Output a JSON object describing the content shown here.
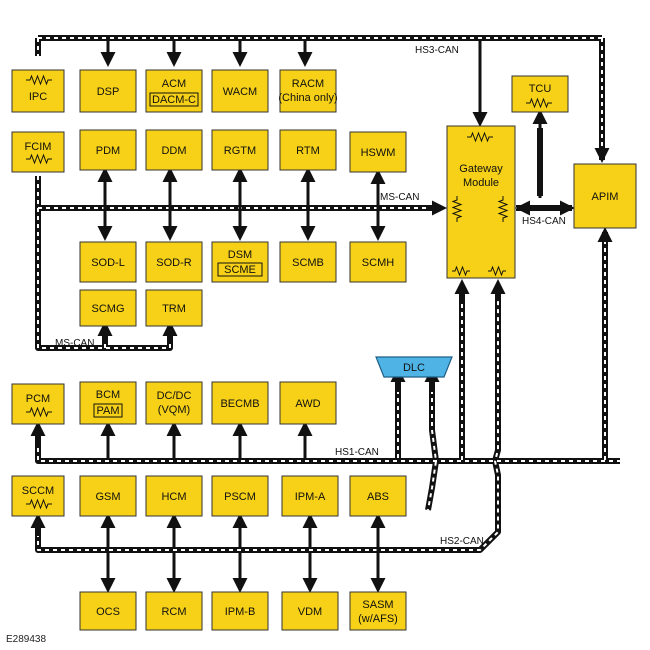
{
  "modules": {
    "ipc": "IPC",
    "dsp": "DSP",
    "acm": "ACM",
    "dacm_c": "DACM-C",
    "wacm": "WACM",
    "racm": "RACM",
    "racm_note": "(China only)",
    "tcu": "TCU",
    "fcim": "FCIM",
    "pdm": "PDM",
    "ddm": "DDM",
    "rgtm": "RGTM",
    "rtm": "RTM",
    "hswm": "HSWM",
    "gateway_line1": "Gateway",
    "gateway_line2": "Module",
    "apim": "APIM",
    "sod_l": "SOD-L",
    "sod_r": "SOD-R",
    "dsm": "DSM",
    "scme": "SCME",
    "scmb": "SCMB",
    "scmh": "SCMH",
    "scmg": "SCMG",
    "trm": "TRM",
    "dlc": "DLC",
    "pcm": "PCM",
    "bcm": "BCM",
    "pam": "PAM",
    "dcdc": "DC/DC",
    "vqm": "(VQM)",
    "becmb": "BECMB",
    "awd": "AWD",
    "sccm": "SCCM",
    "gsm": "GSM",
    "hcm": "HCM",
    "pscm": "PSCM",
    "ipm_a": "IPM-A",
    "abs": "ABS",
    "ocs": "OCS",
    "rcm": "RCM",
    "ipm_b": "IPM-B",
    "vdm": "VDM",
    "sasm": "SASM",
    "sasm_note": "(w/AFS)"
  },
  "buses": {
    "hs3": "HS3-CAN",
    "ms_main": "MS-CAN",
    "hs4": "HS4-CAN",
    "ms_lower": "MS-CAN",
    "hs1": "HS1-CAN",
    "hs2": "HS2-CAN"
  },
  "figure_id": "E289438"
}
